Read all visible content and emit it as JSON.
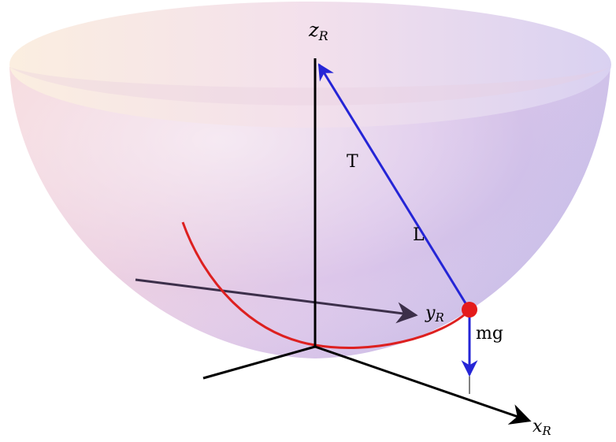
{
  "diagram": {
    "axis_labels": {
      "z": "z",
      "z_sub": "R",
      "y": "y",
      "y_sub": "R",
      "x": "x",
      "x_sub": "R"
    },
    "tension_label": "T",
    "length_label": "L",
    "weight_label": "mg"
  },
  "colors": {
    "bowl_highlight": "#fbe9ec",
    "bowl_body": "#e3c9e6",
    "bowl_shadow": "#cbb7e6",
    "rim_inside": "#f1dce8",
    "axes": "#000000",
    "y_axis": "#3c2f4a",
    "trajectory": "#dd2020",
    "force_vectors": "#2525d6",
    "bob": "#e41b1b"
  }
}
